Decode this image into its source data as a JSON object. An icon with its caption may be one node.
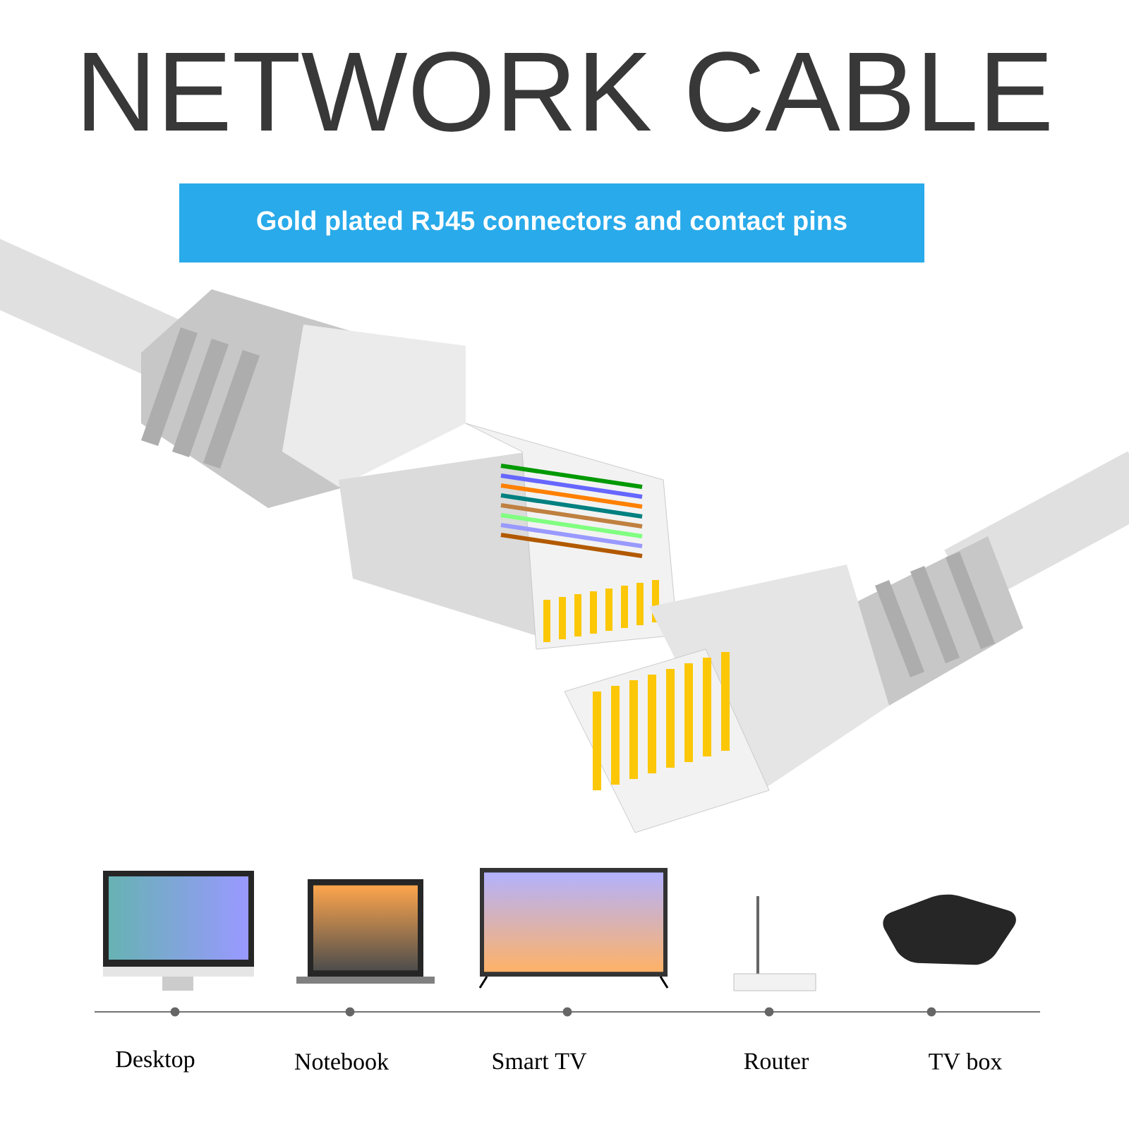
{
  "diagram": {
    "title": "NETWORK CABLE",
    "nodes": [
      {
        "text": [
          "Gold plated RJ45 connectors and contact pins"
        ]
      }
    ],
    "labels": [
      "Desktop",
      "Notebook",
      "Smart TV",
      "Router",
      "TV box"
    ]
  }
}
